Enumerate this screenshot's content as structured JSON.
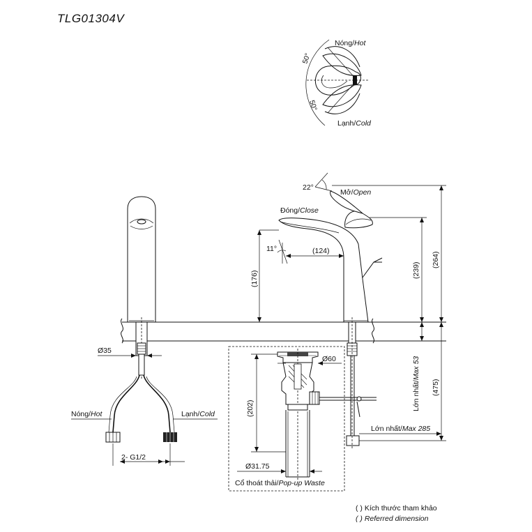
{
  "model": "TLG01304V",
  "handle_view": {
    "hot_label": "Nóng/",
    "hot_label_en": "Hot",
    "cold_label": "Lạnh/",
    "cold_label_en": "Cold",
    "angle_hot": "50°",
    "angle_cold": "50°"
  },
  "side_view": {
    "angle_open": "22°",
    "open_label": "Mở/",
    "open_label_en": "Open",
    "close_label": "Đóng/",
    "close_label_en": "Close",
    "angle_spout": "11°",
    "dim_reach": "(124)",
    "dim_spout_height": "(176)",
    "dim_239": "(239)",
    "dim_264": "(264)",
    "dim_475": "(475)",
    "max_53_label": "Lớn nhất/",
    "max_53_label_en": "Max 53",
    "max_285_label": "Lớn nhất/",
    "max_285_label_en": "Max 285"
  },
  "front_view": {
    "dim_shank": "Ø35",
    "hot_label": "Nóng/",
    "hot_label_en": "Hot",
    "cold_label": "Lạnh/",
    "cold_label_en": "Cold",
    "thread_label": "2- G1/2"
  },
  "waste": {
    "dim_top": "Ø60",
    "dim_height": "(202)",
    "dim_pipe": "Ø31.75",
    "caption": "Cổ thoát thải/",
    "caption_en": "Pop-up Waste"
  },
  "legend": {
    "line_vi": "( ) Kích thước tham khảo",
    "line_en": "( ) Referred dimension"
  }
}
